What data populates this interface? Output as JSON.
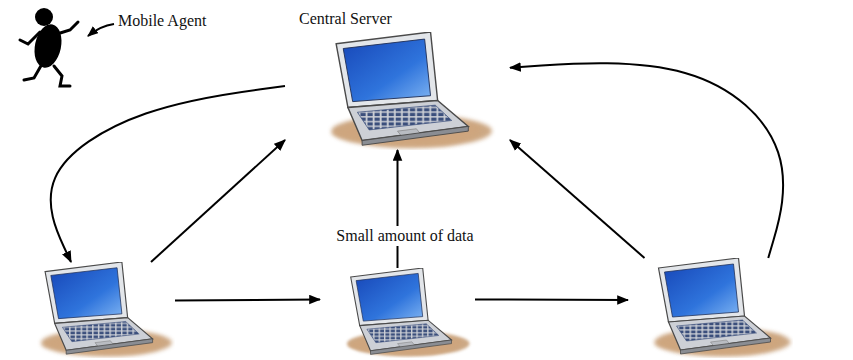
{
  "diagram": {
    "nodes": [
      {
        "text": [
          "Central Server"
        ]
      },
      {
        "text": []
      },
      {
        "text": []
      },
      {
        "text": []
      }
    ],
    "edges": [
      {
        "from": 0,
        "to": 1,
        "arrow": "to"
      },
      {
        "from": 1,
        "to": 0,
        "arrow": "to"
      },
      {
        "from": 1,
        "to": 2,
        "arrow": "to"
      },
      {
        "from": 2,
        "to": 0,
        "label": "Small amount of data",
        "arrow": "to"
      },
      {
        "from": 2,
        "to": 3,
        "arrow": "to"
      },
      {
        "from": 3,
        "to": 0,
        "arrow": "to"
      },
      {
        "from": 3,
        "to": 0,
        "arrow": "to"
      }
    ],
    "labels": [
      "Mobile Agent"
    ]
  }
}
